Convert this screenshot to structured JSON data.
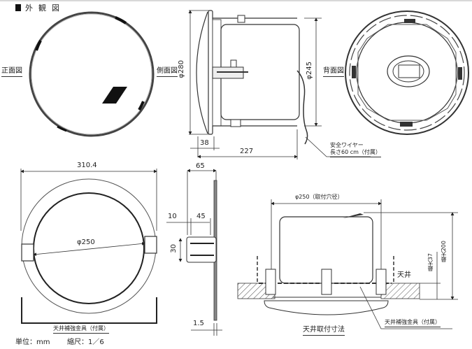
{
  "title": "外観図",
  "views": {
    "front": {
      "label": "正面図"
    },
    "side": {
      "label": "側面図",
      "dim_diameter": "φ280",
      "dim_depth_face": "38",
      "dim_depth_total": "227",
      "dim_body_diameter": "φ245"
    },
    "back": {
      "label": "背面図"
    },
    "safety_wire": {
      "line1": "安全ワイヤー",
      "line2": "長さ60 cm（付属）"
    },
    "bracket_top": {
      "dim_width": "310.4",
      "dim_diameter": "φ250",
      "caption": "天井補強金具（付属）"
    },
    "bracket_side": {
      "dim_65": "65",
      "dim_10": "10",
      "dim_45": "45",
      "dim_30": "30",
      "dim_1_5": "1.5"
    },
    "ceiling_mount": {
      "dim_hole": "φ250（取付穴径）",
      "ceiling_label": "天井",
      "dim_max_thickness": "最大37",
      "dim_max_height": "最大200",
      "bracket_label": "天井補強金具（付属）",
      "caption": "天井取付寸法"
    }
  },
  "footer": {
    "unit": "単位：mm",
    "scale": "縮尺：1／6"
  }
}
